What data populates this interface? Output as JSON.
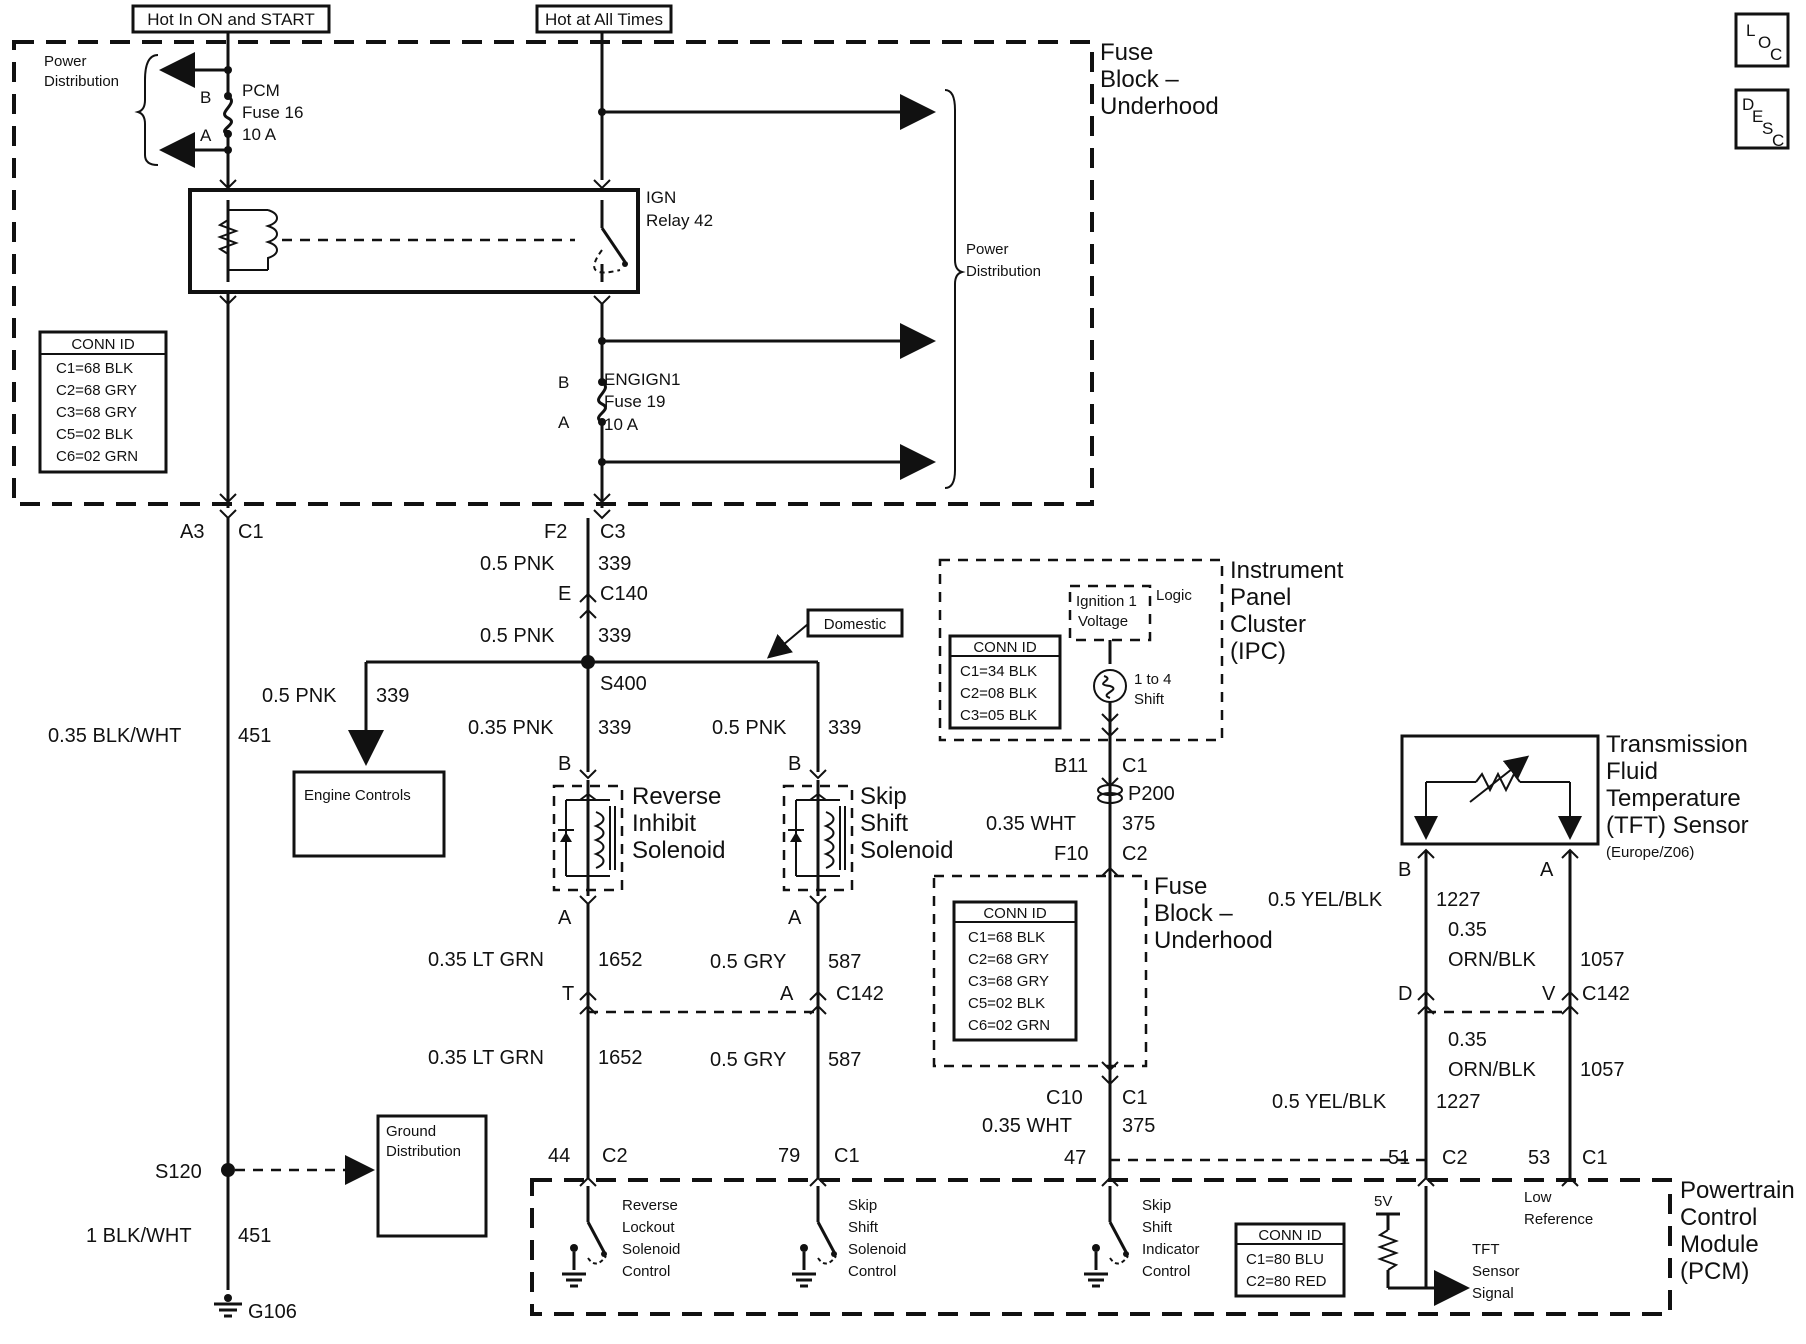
{
  "power_labels": {
    "hot_run_start": "Hot In ON and START",
    "hot_all_times": "Hot at All Times"
  },
  "fuse_block_top": {
    "line1": "Fuse",
    "line2": "Block –",
    "line3": "Underhood"
  },
  "power_dist_left": {
    "line1": "Power",
    "line2": "Distribution"
  },
  "power_dist_right": {
    "line1": "Power",
    "line2": "Distribution"
  },
  "pcm_fuse": {
    "pin_b": "B",
    "pin_a": "A",
    "line1": "PCM",
    "line2": "Fuse 16",
    "line3": "10 A"
  },
  "ign_relay": {
    "line1": "IGN",
    "line2": "Relay 42"
  },
  "engign_fuse": {
    "pin_b": "B",
    "pin_a": "A",
    "line1": "ENGIGN1",
    "line2": "Fuse 19",
    "line3": "10 A"
  },
  "conn_id_1": {
    "title": "CONN ID",
    "rows": [
      "C1=68 BLK",
      "C2=68 GRY",
      "C3=68 GRY",
      "C5=02 BLK",
      "C6=02 GRN"
    ]
  },
  "conn_id_ipc": {
    "title": "CONN ID",
    "rows": [
      "C1=34 BLK",
      "C2=08 BLK",
      "C3=05 BLK"
    ]
  },
  "conn_id_2": {
    "title": "CONN ID",
    "rows": [
      "C1=68 BLK",
      "C2=68 GRY",
      "C3=68 GRY",
      "C5=02 BLK",
      "C6=02 GRN"
    ]
  },
  "conn_id_pcm": {
    "title": "CONN ID",
    "rows": [
      "C1=80 BLU",
      "C2=80 RED"
    ]
  },
  "left_wire": {
    "pin": "A3",
    "conn": "C1",
    "wire1_size": "0.35 BLK/WHT",
    "wire1_circuit": "451",
    "splice": "S120",
    "wire2_size": "1 BLK/WHT",
    "wire2_circuit": "451",
    "ground": "G106"
  },
  "ground_dist": {
    "line1": "Ground",
    "line2": "Distribution"
  },
  "center_wire": {
    "pin1": "F2",
    "conn1": "C3",
    "wire1_size": "0.5 PNK",
    "wire1_circuit": "339",
    "pin2": "E",
    "conn2": "C140",
    "wire2_size": "0.5 PNK",
    "wire2_circuit": "339",
    "splice": "S400",
    "branch_size": "0.5 PNK",
    "branch_circuit": "339",
    "domestic": "Domestic"
  },
  "engine_controls": "Engine Controls",
  "reverse_solenoid": {
    "wire_size": "0.35 PNK",
    "wire_circuit": "339",
    "pin_b": "B",
    "pin_a": "A",
    "line1": "Reverse",
    "line2": "Inhibit",
    "line3": "Solenoid",
    "out_size": "0.35 LT GRN",
    "out_circuit": "1652",
    "conn_pin": "T",
    "out2_size": "0.35 LT GRN",
    "out2_circuit": "1652",
    "pcm_pin": "44",
    "pcm_conn": "C2"
  },
  "skip_solenoid": {
    "wire_size": "0.5 PNK",
    "wire_circuit": "339",
    "pin_b": "B",
    "pin_a": "A",
    "line1": "Skip",
    "line2": "Shift",
    "line3": "Solenoid",
    "out_size": "0.5 GRY",
    "out_circuit": "587",
    "conn_pin": "A",
    "conn": "C142",
    "out2_size": "0.5 GRY",
    "out2_circuit": "587",
    "pcm_pin": "79",
    "pcm_conn": "C1"
  },
  "ipc": {
    "line1": "Instrument",
    "line2": "Panel",
    "line3": "Cluster",
    "line4": "(IPC)",
    "logic": "Logic",
    "ign_line1": "Ignition 1",
    "ign_line2": "Voltage",
    "lamp_line1": "1 to 4",
    "lamp_line2": "Shift",
    "pin": "B11",
    "conn": "C1",
    "splice": "P200",
    "wire_size": "0.35 WHT",
    "wire_circuit": "375",
    "pin2": "F10",
    "conn2": "C2",
    "pin3": "C10",
    "conn3": "C1",
    "wire2_size": "0.35 WHT",
    "wire2_circuit": "375",
    "pcm_pin": "47"
  },
  "fuse_block_mid": {
    "line1": "Fuse",
    "line2": "Block –",
    "line3": "Underhood"
  },
  "tft_sensor": {
    "line1": "Transmission",
    "line2": "Fluid",
    "line3": "Temperature",
    "line4": "(TFT) Sensor",
    "line5": "(Europe/Z06)",
    "pin_b": "B",
    "pin_a": "A",
    "left_size": "0.5 YEL/BLK",
    "left_circuit": "1227",
    "right_size_1": "0.35",
    "right_size_2": "ORN/BLK",
    "right_circuit": "1057",
    "conn_pin_d": "D",
    "conn_pin_v": "V",
    "conn": "C142",
    "right2_size_1": "0.35",
    "right2_size_2": "ORN/BLK",
    "right2_circuit": "1057",
    "left2_size": "0.5 YEL/BLK",
    "left2_circuit": "1227",
    "pcm_pin_51": "51",
    "pcm_conn_51": "C2",
    "pcm_pin_53": "53",
    "pcm_conn_53": "C1"
  },
  "pcm": {
    "line1": "Powertrain",
    "line2": "Control",
    "line3": "Module",
    "line4": "(PCM)",
    "rev_line1": "Reverse",
    "rev_line2": "Lockout",
    "rev_line3": "Solenoid",
    "rev_line4": "Control",
    "skip_line1": "Skip",
    "skip_line2": "Shift",
    "skip_line3": "Solenoid",
    "skip_line4": "Control",
    "ind_line1": "Skip",
    "ind_line2": "Shift",
    "ind_line3": "Indicator",
    "ind_line4": "Control",
    "volt": "5V",
    "tft_line1": "TFT",
    "tft_line2": "Sensor",
    "tft_line3": "Signal",
    "low_line1": "Low",
    "low_line2": "Reference"
  },
  "corner_icons": {
    "loc_1": "L",
    "loc_2": "O",
    "loc_3": "C",
    "desc_1": "D",
    "desc_2": "E",
    "desc_3": "S",
    "desc_4": "C"
  }
}
